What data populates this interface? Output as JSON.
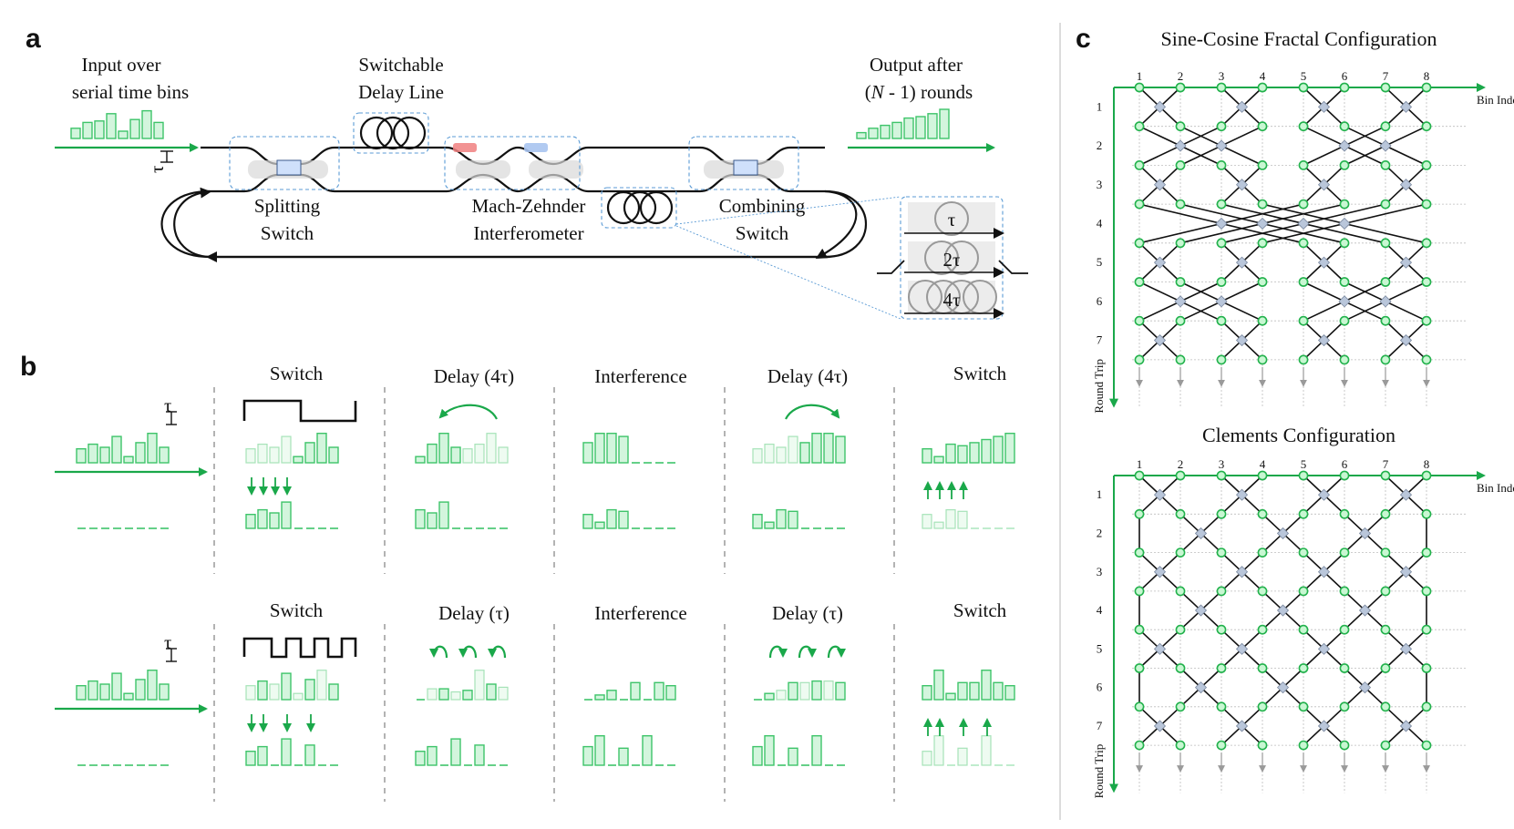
{
  "panel_a": {
    "letter": "a",
    "input_line1": "Input over",
    "input_line2": "serial time bins",
    "delay_line1": "Switchable",
    "delay_line2": "Delay Line",
    "output_line1": "Output after",
    "output_line2a": "(",
    "output_line2n": "N",
    "output_line2b": " - 1) rounds",
    "splitting_line1": "Splitting",
    "splitting_line2": "Switch",
    "mzi_line1": "Mach-Zehnder",
    "mzi_line2": "Interferometer",
    "combining_line1": "Combining",
    "combining_line2": "Switch",
    "tau": "τ",
    "inset_tau": "τ",
    "inset_2tau": "2τ",
    "inset_4tau": "4τ",
    "input_bars": [
      0.35,
      0.55,
      0.6,
      0.85,
      0.25,
      0.65,
      0.95,
      0.55
    ],
    "output_bars": [
      0.2,
      0.35,
      0.45,
      0.55,
      0.7,
      0.75,
      0.85,
      1.0
    ]
  },
  "panel_b": {
    "letter": "b",
    "tau": "τ",
    "row1_titles": [
      "Switch",
      "Delay (4τ)",
      "Interference",
      "Delay (4τ)",
      "Switch"
    ],
    "row2_titles": [
      "Switch",
      "Delay (τ)",
      "Interference",
      "Delay (τ)",
      "Switch"
    ],
    "input_bars": [
      0.45,
      0.6,
      0.5,
      0.85,
      0.2,
      0.65,
      0.95,
      0.5
    ]
  },
  "panel_c": {
    "letter": "c",
    "top_title": "Sine-Cosine Fractal Configuration",
    "bottom_title": "Clements Configuration",
    "bin_index_label": "Bin Index",
    "round_trip_label": "Round Trip",
    "bin_numbers": [
      "1",
      "2",
      "3",
      "4",
      "5",
      "6",
      "7",
      "8"
    ],
    "round_numbers": [
      "1",
      "2",
      "3",
      "4",
      "5",
      "6",
      "7"
    ]
  },
  "colors": {
    "green": "#1aa84a",
    "bar_fill": "#d3f5dd",
    "node_fill": "#c8f7d2",
    "beam_splitter": "#b9c6da",
    "highlight_red": "#f08080",
    "highlight_blue": "#a9c4f0"
  }
}
